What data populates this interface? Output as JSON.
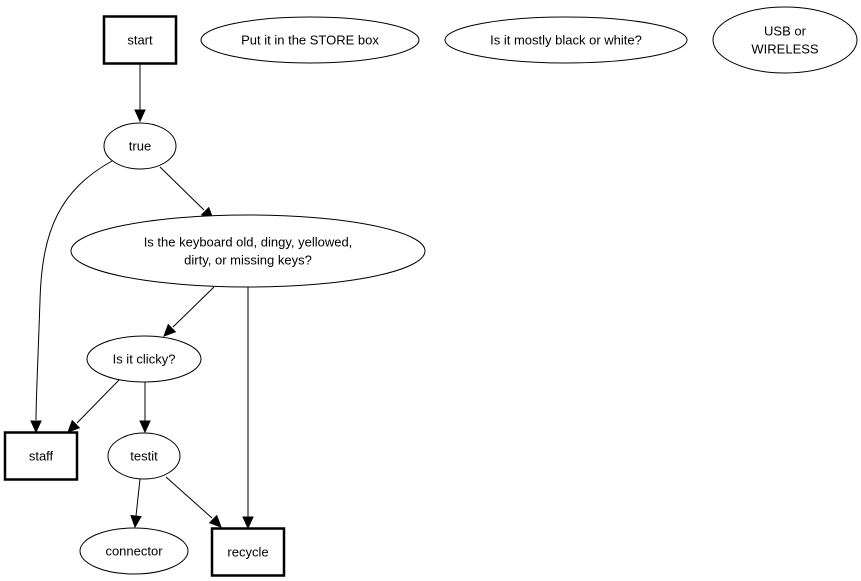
{
  "diagram": {
    "type": "flowchart",
    "nodes": [
      {
        "id": "start",
        "shape": "box",
        "label_lines": [
          "start"
        ]
      },
      {
        "id": "store",
        "shape": "ellipse",
        "label_lines": [
          "Put it in the STORE box"
        ]
      },
      {
        "id": "mostly",
        "shape": "ellipse",
        "label_lines": [
          "Is it mostly black or white?"
        ]
      },
      {
        "id": "usb",
        "shape": "ellipse",
        "label_lines": [
          "USB or",
          "WIRELESS"
        ]
      },
      {
        "id": "true",
        "shape": "ellipse",
        "label_lines": [
          "true"
        ]
      },
      {
        "id": "keyboard",
        "shape": "ellipse",
        "label_lines": [
          "Is the keyboard old, dingy, yellowed,",
          "dirty, or missing keys?"
        ]
      },
      {
        "id": "clicky",
        "shape": "ellipse",
        "label_lines": [
          "Is it clicky?"
        ]
      },
      {
        "id": "staff",
        "shape": "box",
        "label_lines": [
          "staff"
        ]
      },
      {
        "id": "testit",
        "shape": "ellipse",
        "label_lines": [
          "testit"
        ]
      },
      {
        "id": "connector",
        "shape": "ellipse",
        "label_lines": [
          "connector"
        ]
      },
      {
        "id": "recycle",
        "shape": "box",
        "label_lines": [
          "recycle"
        ]
      }
    ],
    "edges": [
      {
        "from": "start",
        "to": "true"
      },
      {
        "from": "true",
        "to": "staff"
      },
      {
        "from": "true",
        "to": "keyboard"
      },
      {
        "from": "keyboard",
        "to": "clicky"
      },
      {
        "from": "keyboard",
        "to": "recycle"
      },
      {
        "from": "clicky",
        "to": "staff"
      },
      {
        "from": "clicky",
        "to": "testit"
      },
      {
        "from": "testit",
        "to": "connector"
      },
      {
        "from": "testit",
        "to": "recycle"
      }
    ]
  }
}
